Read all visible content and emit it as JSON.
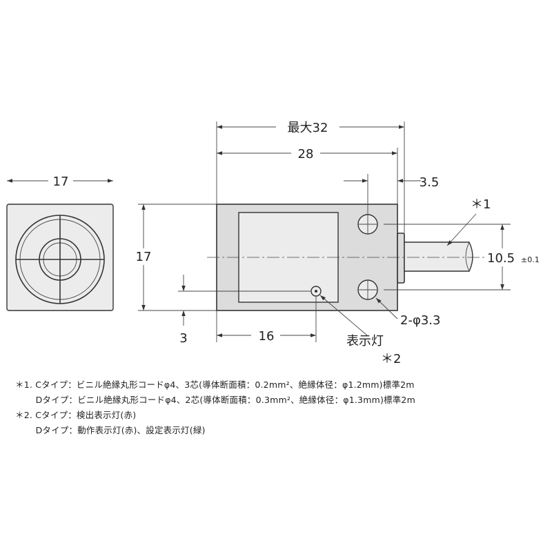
{
  "dimensions": {
    "front_width": "17",
    "height": "17",
    "max_length": "最大32",
    "length": "28",
    "hole_offset": "3.5",
    "cable_height": "10.5",
    "cable_tolerance": "±0.1",
    "hole_spec": "2-φ3.3",
    "indicator_from_bottom": "3",
    "indicator_from_front": "16"
  },
  "labels": {
    "note1_mark": "＊1",
    "indicator_label": "表示灯",
    "note2_mark": "＊2"
  },
  "notes": [
    "＊1. Cタイプ：ビニル絶縁丸形コードφ4、3芯(導体断面積：0.2mm²、絶縁体径：φ1.2mm)標準2m",
    "　　 Dタイプ：ビニル絶縁丸形コードφ4、2芯(導体断面積：0.3mm²、絶縁体径：φ1.3mm)標準2m",
    "＊2. Cタイプ：検出表示灯(赤)",
    "　　 Dタイプ：動作表示灯(赤)、設定表示灯(緑)"
  ]
}
